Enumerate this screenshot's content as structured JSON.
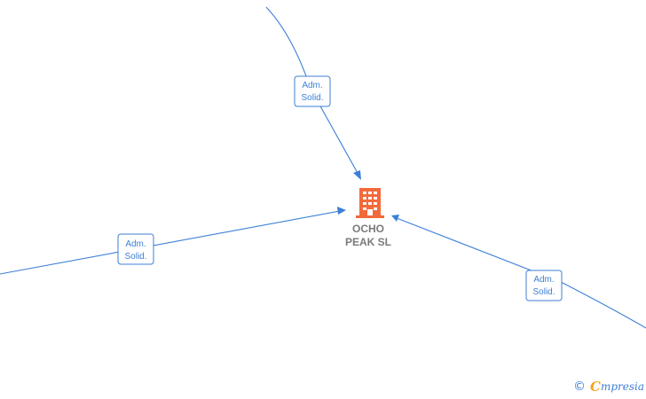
{
  "diagram": {
    "central_node": {
      "name_line1": "OCHO",
      "name_line2": "PEAK  SL",
      "icon": "building-icon",
      "icon_color": "#f26a3b"
    },
    "edges": [
      {
        "label_line1": "Adm.",
        "label_line2": "Solid."
      },
      {
        "label_line1": "Adm.",
        "label_line2": "Solid."
      },
      {
        "label_line1": "Adm.",
        "label_line2": "Solid."
      }
    ],
    "edge_color": "#3d7fd6"
  },
  "watermark": {
    "copyright_symbol": "©",
    "brand_first": "C",
    "brand_rest": "mpresia"
  }
}
